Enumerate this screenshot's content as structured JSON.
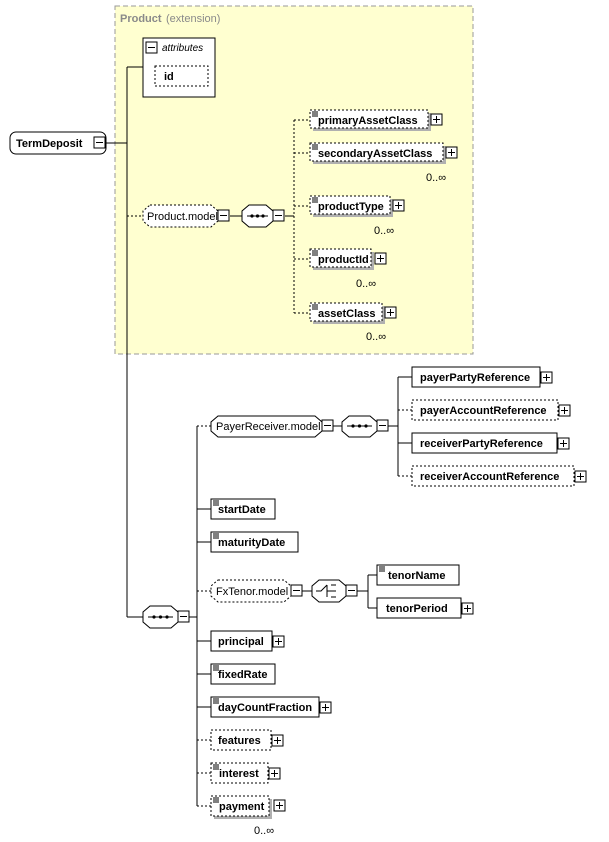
{
  "extension": {
    "title": "Product",
    "subtitle": "(extension)"
  },
  "attributes": {
    "label": "attributes",
    "id_label": "id"
  },
  "root": {
    "label": "TermDeposit"
  },
  "product_model": {
    "label": "Product.model"
  },
  "product_children": [
    {
      "key": "primary",
      "label": "primaryAssetClass",
      "occurrence": ""
    },
    {
      "key": "secondary",
      "label": "secondaryAssetClass",
      "occurrence": "0..∞"
    },
    {
      "key": "ptype",
      "label": "productType",
      "occurrence": "0..∞"
    },
    {
      "key": "pid",
      "label": "productId",
      "occurrence": "0..∞"
    },
    {
      "key": "aclass",
      "label": "assetClass",
      "occurrence": "0..∞"
    }
  ],
  "payer_receiver_model": {
    "label": "PayerReceiver.model"
  },
  "payer_receiver_children": [
    {
      "key": "ppr",
      "label": "payerPartyReference"
    },
    {
      "key": "par",
      "label": "payerAccountReference"
    },
    {
      "key": "rpr",
      "label": "receiverPartyReference"
    },
    {
      "key": "rar",
      "label": "receiverAccountReference"
    }
  ],
  "fxtenor_model": {
    "label": "FxTenor.model"
  },
  "fxtenor_children": [
    {
      "key": "tn",
      "label": "tenorName"
    },
    {
      "key": "tp",
      "label": "tenorPeriod"
    }
  ],
  "elements": [
    {
      "key": "start",
      "label": "startDate"
    },
    {
      "key": "maturity",
      "label": "maturityDate"
    },
    {
      "key": "principal",
      "label": "principal"
    },
    {
      "key": "fixed",
      "label": "fixedRate"
    },
    {
      "key": "dcf",
      "label": "dayCountFraction"
    },
    {
      "key": "features",
      "label": "features"
    },
    {
      "key": "interest",
      "label": "interest"
    },
    {
      "key": "payment",
      "label": "payment",
      "occurrence": "0..∞"
    }
  ],
  "colors": {
    "extension_fill": "#ffffd0",
    "extension_border": "#999999",
    "shadow": "#b0b0b0"
  }
}
